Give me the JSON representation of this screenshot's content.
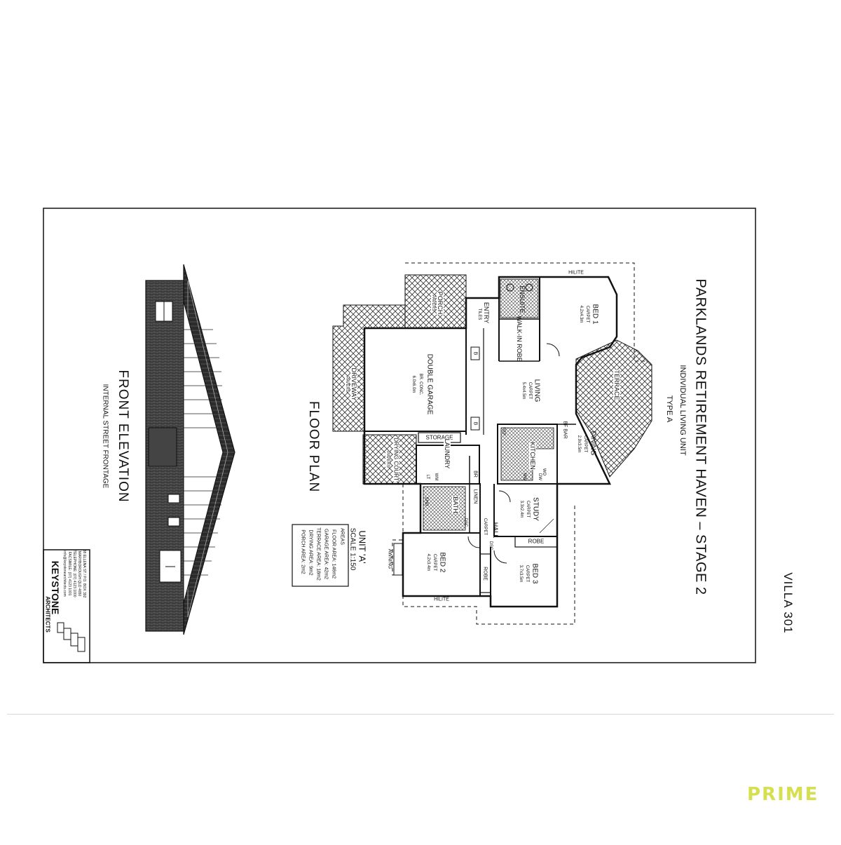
{
  "sheet": {
    "villa_label": "VILLA 301",
    "brand": "PRIME",
    "project_title": "PARKLANDS RETIREMENT HAVEN – STAGE 2",
    "subtitle": "INDIVIDUAL LIVING UNIT",
    "type": "TYPE A",
    "floor_plan_label": "FLOOR PLAN",
    "front_elevation_label": "FRONT ELEVATION",
    "front_elevation_sub": "INTERNAL STREET FRONTAGE"
  },
  "unit_box": {
    "title": "UNIT 'A'",
    "scale": "SCALE 1:150",
    "areas_heading": "AREAS",
    "areas": [
      "FLOOR AREA: 146m2",
      "GARAGE AREA: 42m2",
      "TERRACE AREA: 18m2",
      "DRYING AREA: 9m2",
      "PORCH AREA: 2m2"
    ]
  },
  "architect": {
    "name": "KEYSTONE",
    "sub": "ARCHITECTS",
    "address": [
      "38 ELLENA ST / P.O. BOX 392",
      "MARYBOROUGH QLD 4650",
      "TELEPHONE: (07) 4123 1000",
      "FACSIMILE: (07) 4123 1001",
      "info@keystonearchitects.com"
    ]
  },
  "rooms": [
    {
      "name": "BED 1",
      "finish": "CARPET",
      "size": "4.2x4.3m"
    },
    {
      "name": "ENSUITE",
      "finish": "",
      "size": ""
    },
    {
      "name": "WALK-IN ROBE",
      "finish": "",
      "size": ""
    },
    {
      "name": "ENTRY",
      "finish": "TILES",
      "size": ""
    },
    {
      "name": "PORCH",
      "finish": "PAVERS",
      "size": ""
    },
    {
      "name": "DOUBLE GARAGE",
      "finish": "BR. CONC.",
      "size": "6.0x6.0m"
    },
    {
      "name": "DRIVEWAY",
      "finish": "PAVERS",
      "size": ""
    },
    {
      "name": "LIVING",
      "finish": "CARPET",
      "size": "5.4x4.5m"
    },
    {
      "name": "TERRACE",
      "finish": "",
      "size": ""
    },
    {
      "name": "DINING",
      "finish": "CARPET",
      "size": "2.9x3.5m"
    },
    {
      "name": "KITCHEN",
      "finish": "",
      "size": ""
    },
    {
      "name": "STORAGE",
      "finish": "",
      "size": ""
    },
    {
      "name": "LAUNDRY",
      "finish": "",
      "size": ""
    },
    {
      "name": "DRYING COURT",
      "finish": "PAVERS",
      "size": ""
    },
    {
      "name": "BATH",
      "finish": "",
      "size": ""
    },
    {
      "name": "LINEN",
      "finish": "",
      "size": ""
    },
    {
      "name": "STUDY",
      "finish": "CARPET",
      "size": "3.3x2.4m"
    },
    {
      "name": "HALL",
      "finish": "CARPET",
      "size": ""
    },
    {
      "name": "BED 2",
      "finish": "CARPET",
      "size": "4.2x3.4m"
    },
    {
      "name": "BED 3",
      "finish": "CARPET",
      "size": "3.7x3.5m"
    },
    {
      "name": "ROBE",
      "finish": "",
      "size": ""
    },
    {
      "name": "ROBE",
      "finish": "",
      "size": ""
    },
    {
      "name": "AWNING",
      "finish": "",
      "size": ""
    }
  ],
  "tags": {
    "hilite": "HILITE",
    "bf_bar": "BF BAR",
    "b": "B",
    "br": "BR",
    "ref": "REF",
    "wo": "WO",
    "mw": "MW",
    "dw": "DW",
    "lt": "LT",
    "wm": "WM",
    "sho": "SHO",
    "dsc": "DSC"
  },
  "colors": {
    "line": "#111111",
    "paper": "#ffffff",
    "brand": "#d6df4f"
  }
}
